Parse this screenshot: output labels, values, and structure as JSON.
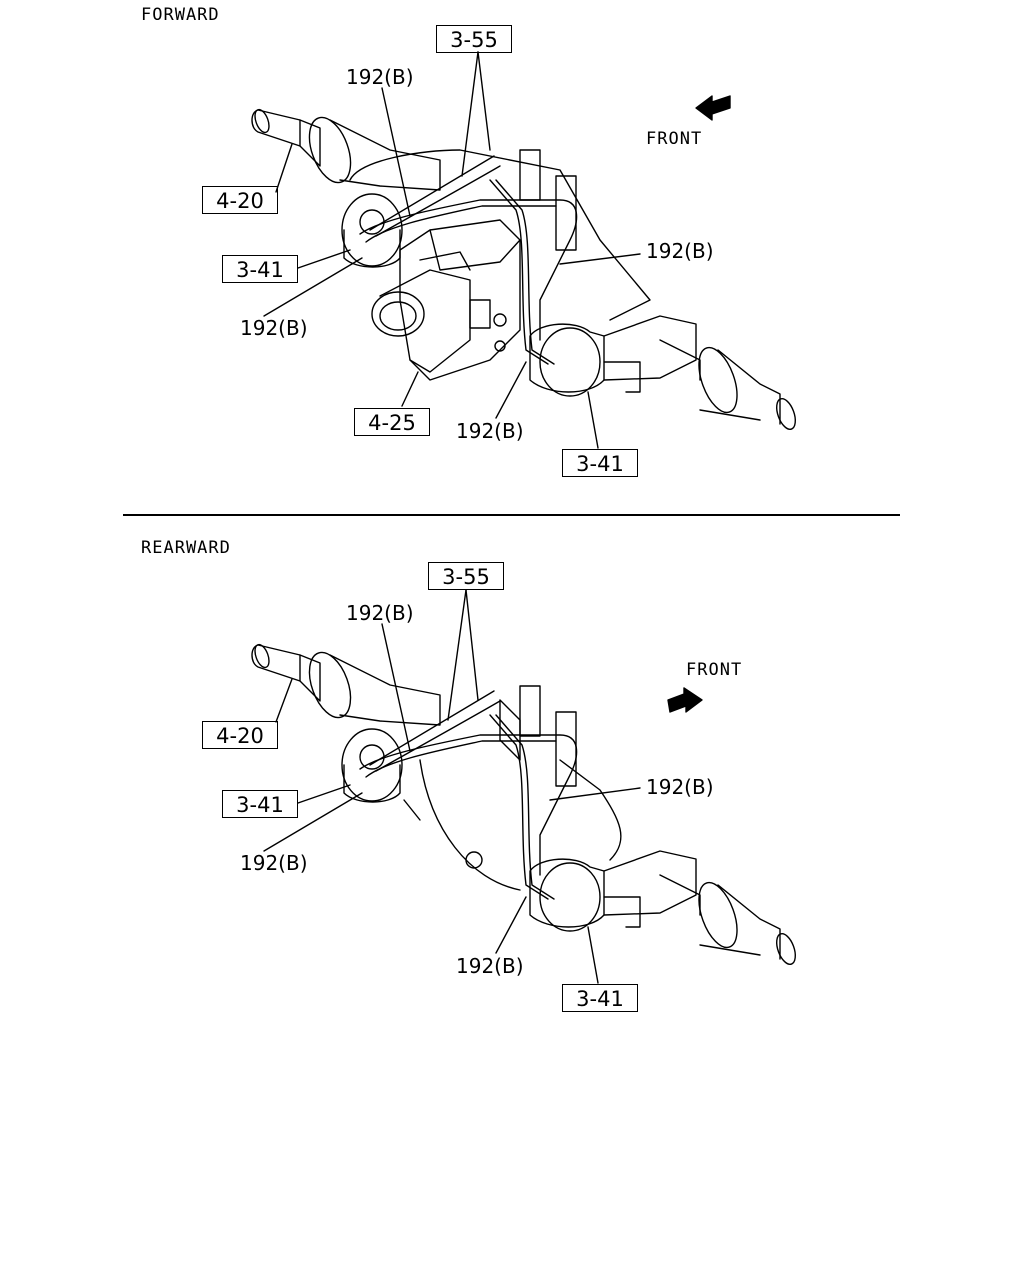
{
  "sections": [
    {
      "title": "FORWARD",
      "front_label": "FRONT",
      "callouts": {
        "ref_3_55": "3-55",
        "ref_4_20": "4-20",
        "ref_3_41_left": "3-41",
        "ref_4_25": "4-25",
        "ref_3_41_right": "3-41",
        "part_192_top": "192(B)",
        "part_192_right": "192(B)",
        "part_192_left": "192(B)",
        "part_192_bottom": "192(B)"
      }
    },
    {
      "title": "REARWARD",
      "front_label": "FRONT",
      "callouts": {
        "ref_3_55": "3-55",
        "ref_4_20": "4-20",
        "ref_3_41_left": "3-41",
        "ref_3_41_right": "3-41",
        "part_192_top": "192(B)",
        "part_192_right": "192(B)",
        "part_192_left": "192(B)",
        "part_192_bottom": "192(B)"
      }
    }
  ]
}
